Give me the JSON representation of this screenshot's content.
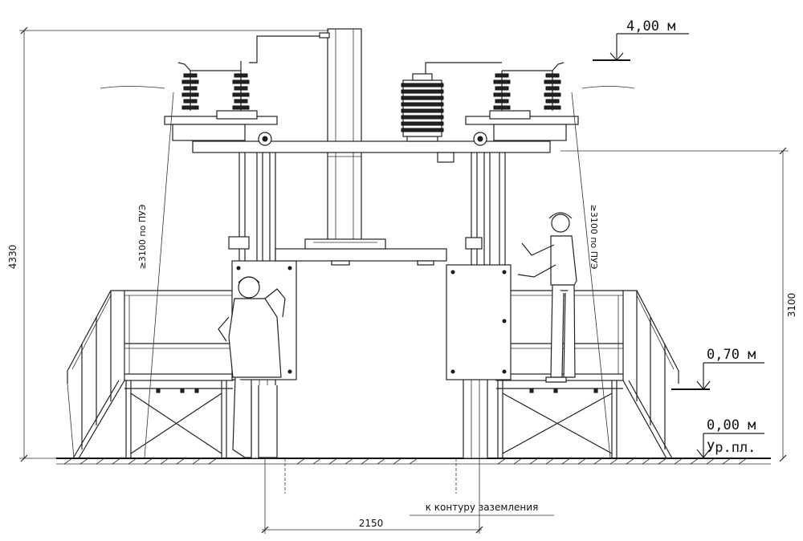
{
  "levels": {
    "top": "4,00 м",
    "platform": "0,70 м",
    "ground": "0,00 м",
    "ground_note": "Ур.пл."
  },
  "dimensions": {
    "total_height": "4330",
    "structure_height": "3100",
    "base_width": "2150",
    "clearance_left": "≥3100 по ПУЭ",
    "clearance_right": "≥3100 по ПУЭ"
  },
  "notes": {
    "grounding": "к контуру заземления"
  }
}
